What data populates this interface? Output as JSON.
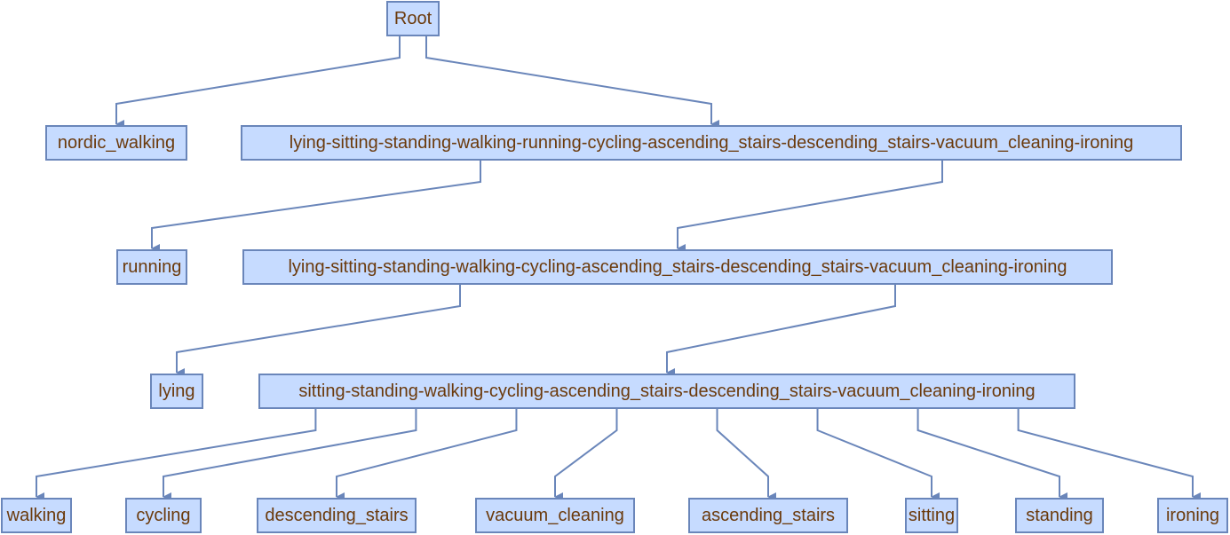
{
  "diagram": {
    "nodes": {
      "root": "Root",
      "nordic_walking": "nordic_walking",
      "group1": "lying-sitting-standing-walking-running-cycling-ascending_stairs-descending_stairs-vacuum_cleaning-ironing",
      "running": "running",
      "group2": "lying-sitting-standing-walking-cycling-ascending_stairs-descending_stairs-vacuum_cleaning-ironing",
      "lying": "lying",
      "group3": "sitting-standing-walking-cycling-ascending_stairs-descending_stairs-vacuum_cleaning-ironing",
      "walking": "walking",
      "cycling": "cycling",
      "descending_stairs": "descending_stairs",
      "vacuum_cleaning": "vacuum_cleaning",
      "ascending_stairs": "ascending_stairs",
      "sitting": "sitting",
      "standing": "standing",
      "ironing": "ironing"
    },
    "edges": [
      [
        "root",
        "nordic_walking"
      ],
      [
        "root",
        "group1"
      ],
      [
        "group1",
        "running"
      ],
      [
        "group1",
        "group2"
      ],
      [
        "group2",
        "lying"
      ],
      [
        "group2",
        "group3"
      ],
      [
        "group3",
        "walking"
      ],
      [
        "group3",
        "cycling"
      ],
      [
        "group3",
        "descending_stairs"
      ],
      [
        "group3",
        "vacuum_cleaning"
      ],
      [
        "group3",
        "ascending_stairs"
      ],
      [
        "group3",
        "sitting"
      ],
      [
        "group3",
        "standing"
      ],
      [
        "group3",
        "ironing"
      ]
    ],
    "colors": {
      "node_fill": "#c6dbff",
      "node_border": "#6a86ba",
      "edge": "#6a86ba",
      "text": "#6b3a0c"
    }
  }
}
